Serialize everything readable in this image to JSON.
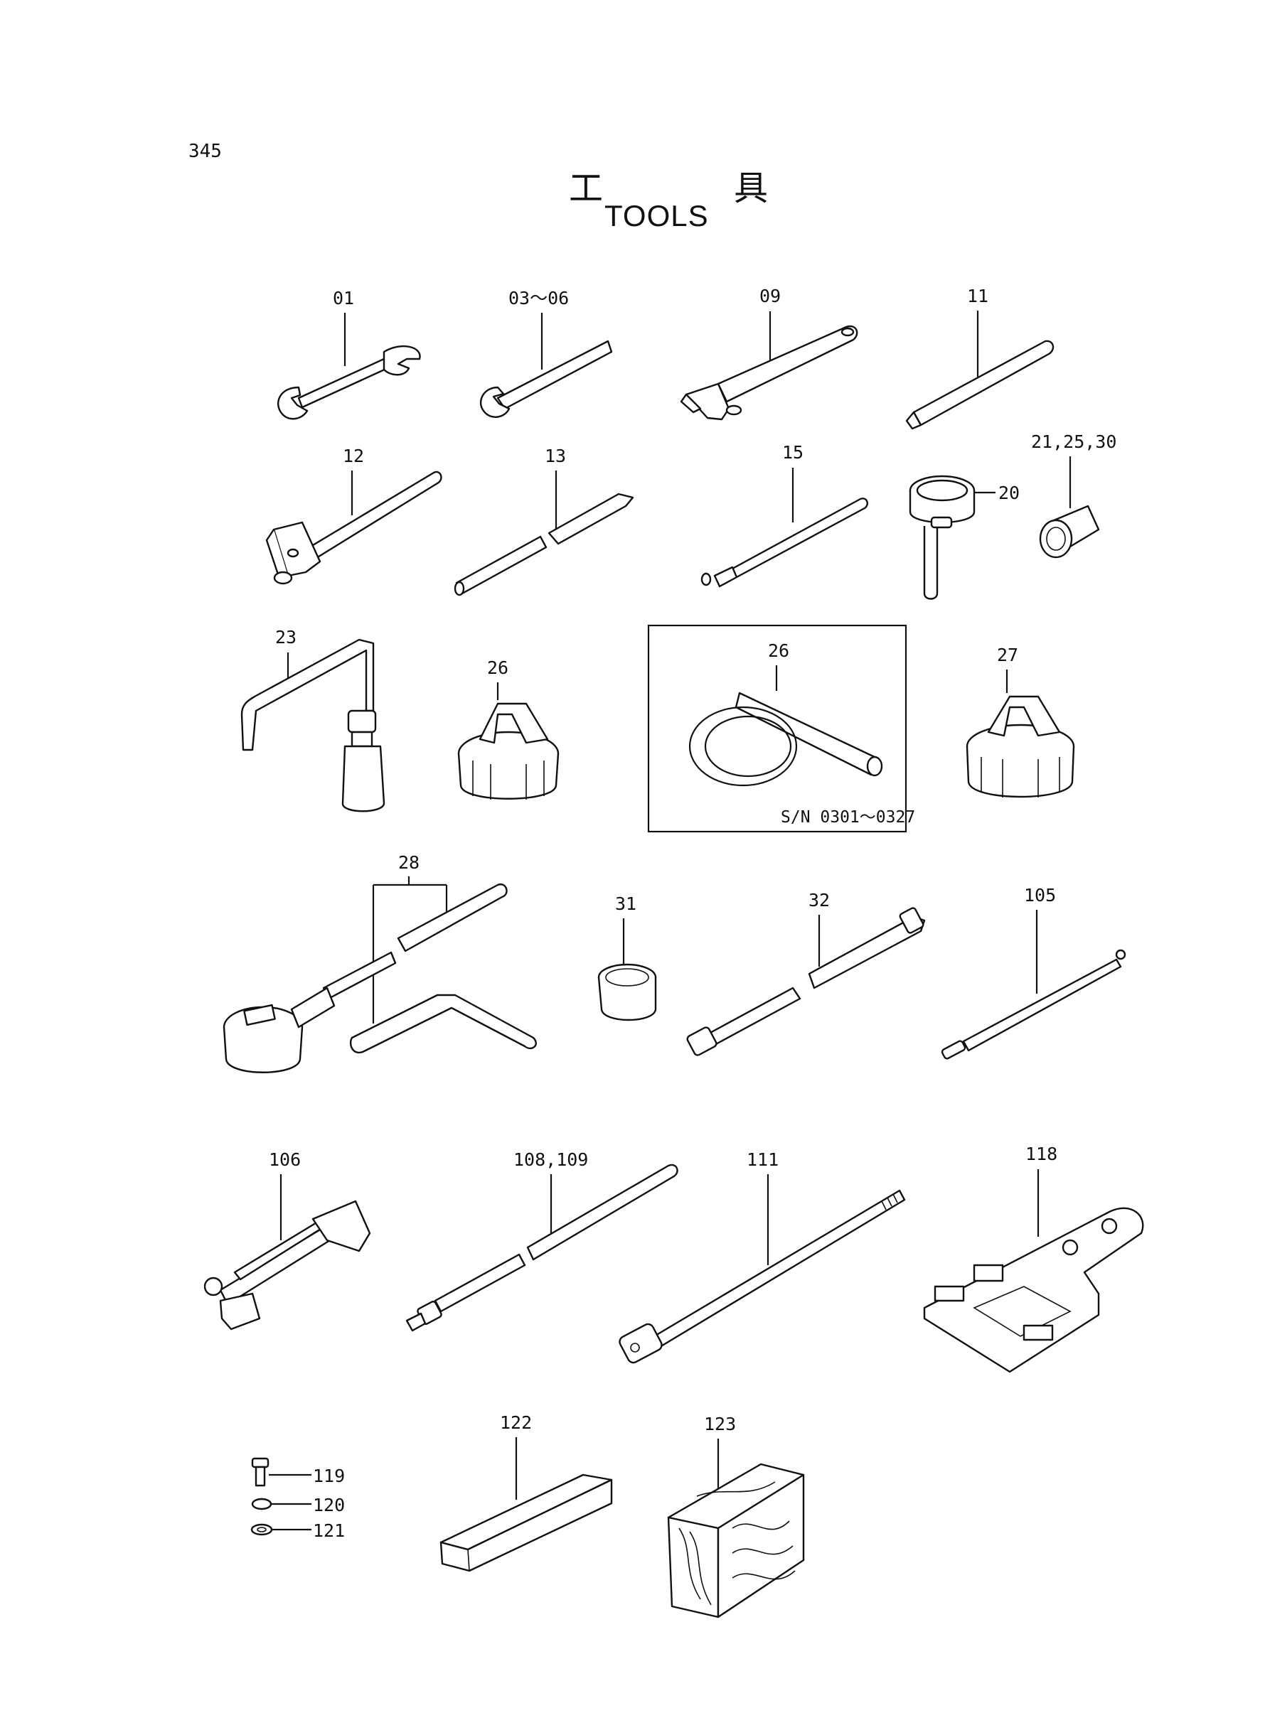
{
  "page_number": "345",
  "title_jp_left": "工",
  "title_jp_right": "具",
  "title_en": "TOOLS",
  "items": [
    {
      "id": "01"
    },
    {
      "id": "03～06"
    },
    {
      "id": "09"
    },
    {
      "id": "11"
    },
    {
      "id": "12"
    },
    {
      "id": "13"
    },
    {
      "id": "15"
    },
    {
      "id": "20"
    },
    {
      "id": "21,25,30"
    },
    {
      "id": "23"
    },
    {
      "id": "26"
    },
    {
      "id": "26",
      "note": "S/N 0301～0327"
    },
    {
      "id": "27"
    },
    {
      "id": "28"
    },
    {
      "id": "31"
    },
    {
      "id": "32"
    },
    {
      "id": "105"
    },
    {
      "id": "106"
    },
    {
      "id": "108,109"
    },
    {
      "id": "111"
    },
    {
      "id": "118"
    },
    {
      "id": "119"
    },
    {
      "id": "120"
    },
    {
      "id": "121"
    },
    {
      "id": "122"
    },
    {
      "id": "123"
    }
  ]
}
